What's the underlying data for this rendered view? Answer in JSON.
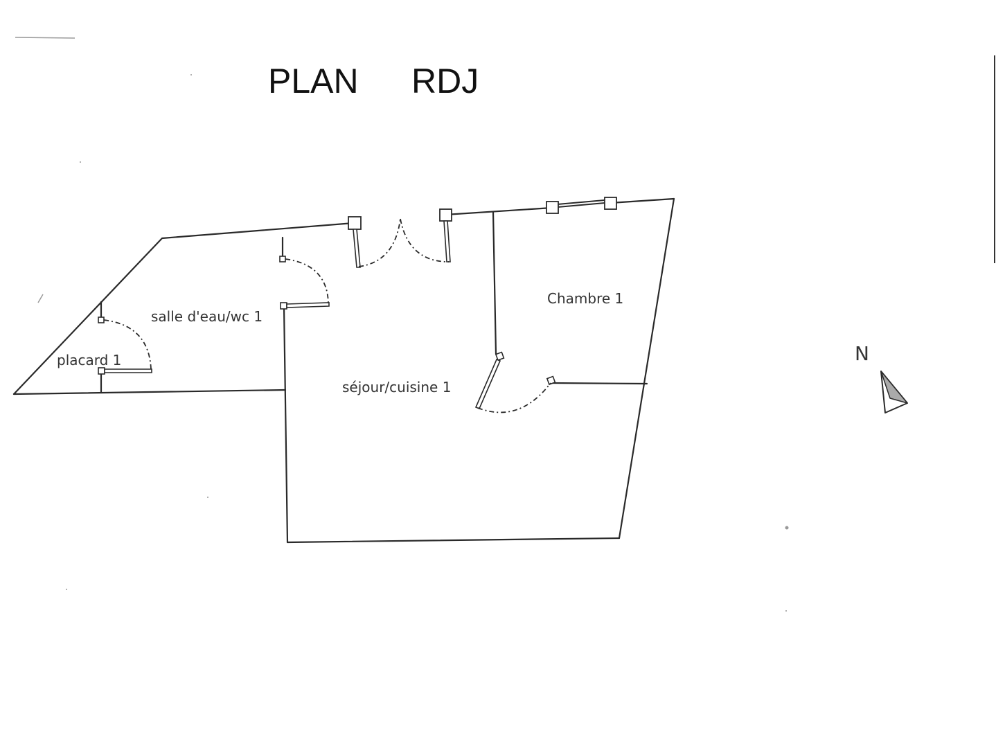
{
  "title": {
    "word1": "PLAN",
    "word2": "RDJ"
  },
  "rooms": {
    "placard": "placard 1",
    "salle_eau": "salle d'eau/wc 1",
    "sejour": "séjour/cuisine 1",
    "chambre": "Chambre 1"
  },
  "north_arrow": {
    "label": "N"
  },
  "colors": {
    "line": "#2a2a2a",
    "background": "#ffffff",
    "arrow_shade": "#aaaaaa"
  }
}
